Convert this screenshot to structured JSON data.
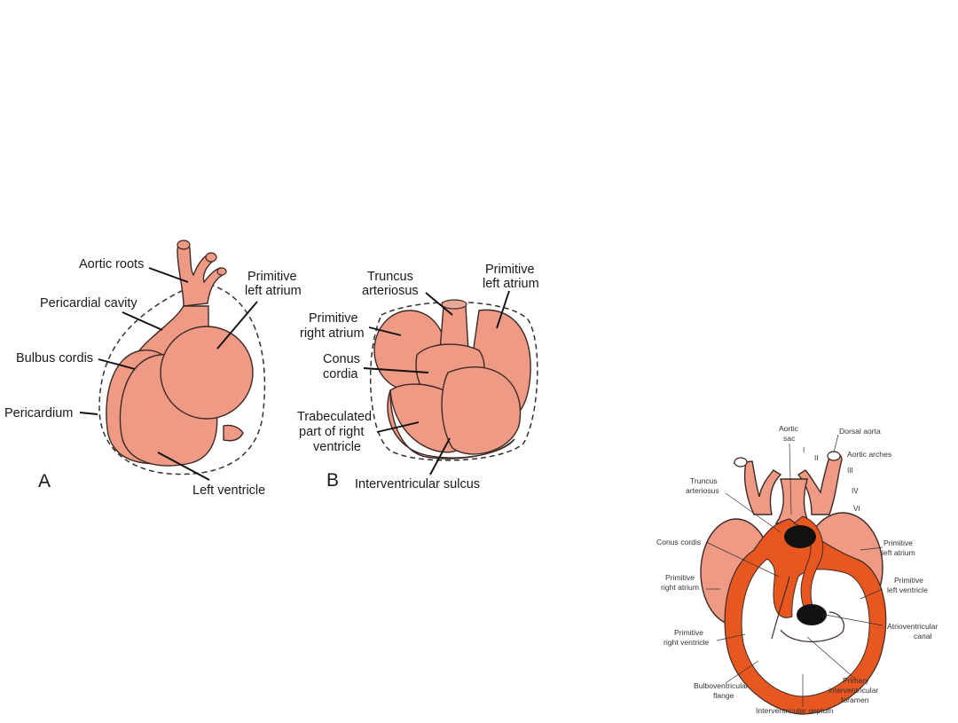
{
  "panel_a": {
    "letter": "A",
    "labels": {
      "aortic_roots": "Aortic roots",
      "primitive_left_atrium_1": "Primitive",
      "primitive_left_atrium_2": "left atrium",
      "pericardial_cavity": "Pericardial cavity",
      "bulbus_cordis": "Bulbus cordis",
      "pericardium": "Pericardium",
      "left_ventricle": "Left ventricle"
    }
  },
  "panel_b": {
    "letter": "B",
    "labels": {
      "truncus_1": "Truncus",
      "truncus_2": "arteriosus",
      "primitive_left_atrium_1": "Primitive",
      "primitive_left_atrium_2": "left atrium",
      "primitive_right_atrium_1": "Primitive",
      "primitive_right_atrium_2": "right atrium",
      "conus_1": "Conus",
      "conus_2": "cordia",
      "trabeculated_1": "Trabeculated",
      "trabeculated_2": "part of right",
      "trabeculated_3": "ventricle",
      "interventricular_sulcus": "Interventricular sulcus"
    }
  },
  "panel_c": {
    "labels": {
      "aortic_sac_1": "Aortic",
      "aortic_sac_2": "sac",
      "dorsal_aorta": "Dorsal aorta",
      "aortic_arches": "Aortic arches",
      "arch_i": "I",
      "arch_ii": "II",
      "arch_iii": "III",
      "arch_iv": "IV",
      "arch_vi": "VI",
      "truncus_1": "Truncus",
      "truncus_2": "arteriosus",
      "conus_cordis": "Conus cordis",
      "primitive_left_atrium_1": "Primitive",
      "primitive_left_atrium_2": "left atrium",
      "primitive_right_atrium_1": "Primitive",
      "primitive_right_atrium_2": "right atrium",
      "primitive_left_ventricle_1": "Primitive",
      "primitive_left_ventricle_2": "left ventricle",
      "atrioventricular_1": "Atrioventricular",
      "atrioventricular_2": "canal",
      "primitive_right_ventricle_1": "Primitive",
      "primitive_right_ventricle_2": "right ventricle",
      "bulboventricular_1": "Bulboventricular",
      "bulboventricular_2": "flange",
      "primary_foramen_1": "Primary",
      "primary_foramen_2": "interventricular",
      "primary_foramen_3": "foramen",
      "interventricular_septum": "Interventricular septum"
    }
  },
  "colors": {
    "heart_fill": "#ee9a85",
    "wall_fill": "#e8571f",
    "background": "#ffffff"
  }
}
